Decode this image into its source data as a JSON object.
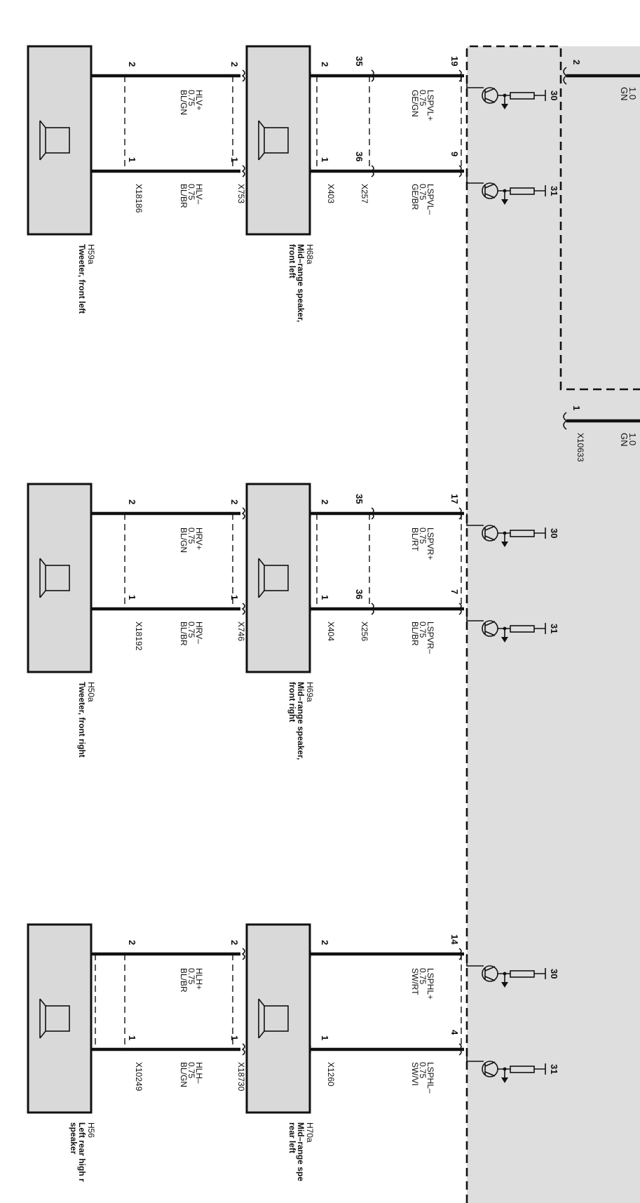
{
  "control_unit": {
    "top_wire": {
      "pin": "2",
      "size": "1.0",
      "color": "GN"
    },
    "bottom_wire": {
      "pin": "1",
      "size": "1.0",
      "color": "GN",
      "connector": "X10633"
    }
  },
  "sections": [
    {
      "tweeter": {
        "id": "H59a",
        "desc": [
          "Tweeter, front left"
        ]
      },
      "mid": {
        "id": "H68a",
        "desc": [
          "Mid–range speaker,",
          "front left"
        ]
      },
      "tw_conn": "X18186",
      "mid_conn_a": "X753",
      "mid_conn_b": "X403",
      "amp_conn": "X257",
      "tw_wires": {
        "plus": {
          "name": "HLV+",
          "size": "0.75",
          "color": "BL/GN"
        },
        "minus": {
          "name": "HLV–",
          "size": "0.75",
          "color": "BL/BR"
        }
      },
      "amp_wires": {
        "plus": {
          "name": "LSPVL+",
          "size": "0.75",
          "color": "GE/GN"
        },
        "minus": {
          "name": "LSPVL–",
          "size": "0.75",
          "color": "GE/BR"
        }
      },
      "pins": {
        "tw_plus": "2",
        "tw_minus": "1",
        "mid_tw_plus": "2",
        "mid_tw_minus": "1",
        "mid_amp_plus": "2",
        "mid_amp_minus": "1",
        "conn_plus": "35",
        "conn_minus": "36",
        "cu_plus": "19",
        "cu_minus": "9"
      },
      "grounds": [
        "30",
        "31"
      ]
    },
    {
      "tweeter": {
        "id": "H50a",
        "desc": [
          "Tweeter, front right"
        ]
      },
      "mid": {
        "id": "H69a",
        "desc": [
          "Mid–range speaker,",
          "front right"
        ]
      },
      "tw_conn": "X18192",
      "mid_conn_a": "X746",
      "mid_conn_b": "X404",
      "amp_conn": "X256",
      "tw_wires": {
        "plus": {
          "name": "HRV+",
          "size": "0.75",
          "color": "BL/GN"
        },
        "minus": {
          "name": "HRV–",
          "size": "0.75",
          "color": "BL/BR"
        }
      },
      "amp_wires": {
        "plus": {
          "name": "LSPVR+",
          "size": "0.75",
          "color": "BL/RT"
        },
        "minus": {
          "name": "LSPVR–",
          "size": "0.75",
          "color": "BL/BR"
        }
      },
      "pins": {
        "tw_plus": "2",
        "tw_minus": "1",
        "mid_tw_plus": "2",
        "mid_tw_minus": "1",
        "mid_amp_plus": "2",
        "mid_amp_minus": "1",
        "conn_plus": "35",
        "conn_minus": "36",
        "cu_plus": "17",
        "cu_minus": "7"
      },
      "grounds": [
        "30",
        "31"
      ]
    },
    {
      "tweeter": {
        "id": "H56",
        "desc": [
          "Left rear high r",
          "speaker"
        ]
      },
      "mid": {
        "id": "H70a",
        "desc": [
          "Mid–range spe",
          "rear left"
        ]
      },
      "tw_conn": "X10249",
      "mid_conn_a": "X18730",
      "mid_conn_b": "X1260",
      "amp_conn": "",
      "tw_wires": {
        "plus": {
          "name": "HLH+",
          "size": "0.75",
          "color": "BL/BR"
        },
        "minus": {
          "name": "HLH–",
          "size": "0.75",
          "color": "BL/GN"
        }
      },
      "amp_wires": {
        "plus": {
          "name": "LSPHL+",
          "size": "0.75",
          "color": "SW/RT"
        },
        "minus": {
          "name": "LSPHL–",
          "size": "0.75",
          "color": "SW/VI"
        }
      },
      "pins": {
        "tw_plus": "2",
        "tw_minus": "1",
        "mid_tw_plus": "2",
        "mid_tw_minus": "1",
        "mid_amp_plus": "2",
        "mid_amp_minus": "1",
        "conn_plus": "",
        "conn_minus": "",
        "cu_plus": "14",
        "cu_minus": "4"
      },
      "grounds": [
        "30",
        "31"
      ]
    }
  ]
}
